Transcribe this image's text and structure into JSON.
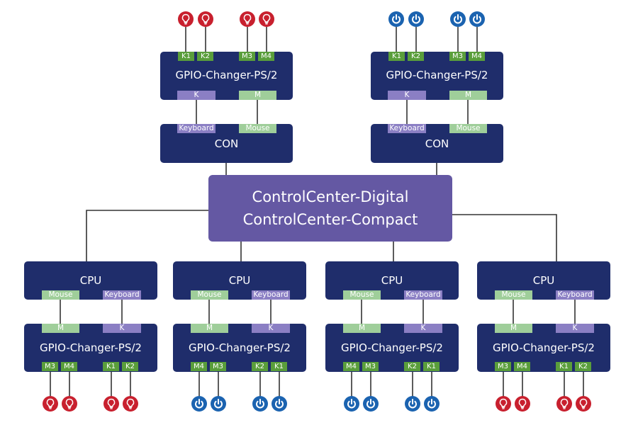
{
  "controller": {
    "line1": "ControlCenter-Digital",
    "line2": "ControlCenter-Compact"
  },
  "top_modules": [
    {
      "gpio_title": "GPIO-Changer-PS/2",
      "con_title": "CON",
      "gpio_ports_top": [
        "K1",
        "K2",
        "M3",
        "M4"
      ],
      "gpio_ports_bottom": [
        "K",
        "M"
      ],
      "con_ports": [
        "Keyboard",
        "Mouse"
      ],
      "device_icon": "lightbulb-icon",
      "device_color": "#c8202e"
    },
    {
      "gpio_title": "GPIO-Changer-PS/2",
      "con_title": "CON",
      "gpio_ports_top": [
        "K1",
        "K2",
        "M3",
        "M4"
      ],
      "gpio_ports_bottom": [
        "K",
        "M"
      ],
      "con_ports": [
        "Keyboard",
        "Mouse"
      ],
      "device_icon": "power-icon",
      "device_color": "#1b63b0"
    }
  ],
  "bottom_modules": [
    {
      "cpu_title": "CPU",
      "cpu_ports": [
        "Mouse",
        "Keyboard"
      ],
      "gpio_title": "GPIO-Changer-PS/2",
      "gpio_ports_top": [
        "M",
        "K"
      ],
      "gpio_ports_bottom": [
        "M3",
        "M4",
        "K1",
        "K2"
      ],
      "device_icon": "lightbulb-icon",
      "device_color": "#c8202e"
    },
    {
      "cpu_title": "CPU",
      "cpu_ports": [
        "Mouse",
        "Keyboard"
      ],
      "gpio_title": "GPIO-Changer-PS/2",
      "gpio_ports_top": [
        "M",
        "K"
      ],
      "gpio_ports_bottom": [
        "M4",
        "M3",
        "K2",
        "K1"
      ],
      "device_icon": "power-icon",
      "device_color": "#1b63b0"
    },
    {
      "cpu_title": "CPU",
      "cpu_ports": [
        "Mouse",
        "Keyboard"
      ],
      "gpio_title": "GPIO-Changer-PS/2",
      "gpio_ports_top": [
        "M",
        "K"
      ],
      "gpio_ports_bottom": [
        "M4",
        "M3",
        "K2",
        "K1"
      ],
      "device_icon": "power-icon",
      "device_color": "#1b63b0"
    },
    {
      "cpu_title": "CPU",
      "cpu_ports": [
        "Mouse",
        "Keyboard"
      ],
      "gpio_title": "GPIO-Changer-PS/2",
      "gpio_ports_top": [
        "M",
        "K"
      ],
      "gpio_ports_bottom": [
        "M3",
        "M4",
        "K1",
        "K2"
      ],
      "device_icon": "lightbulb-icon",
      "device_color": "#c8202e"
    }
  ],
  "colors": {
    "module_bg": "#1f2d6b",
    "controller_bg": "#6458a3",
    "keyboard_port": "#8b7fc4",
    "mouse_port": "#9fce9a",
    "gpio_port": "#5a9e3b",
    "line": "#333333"
  }
}
